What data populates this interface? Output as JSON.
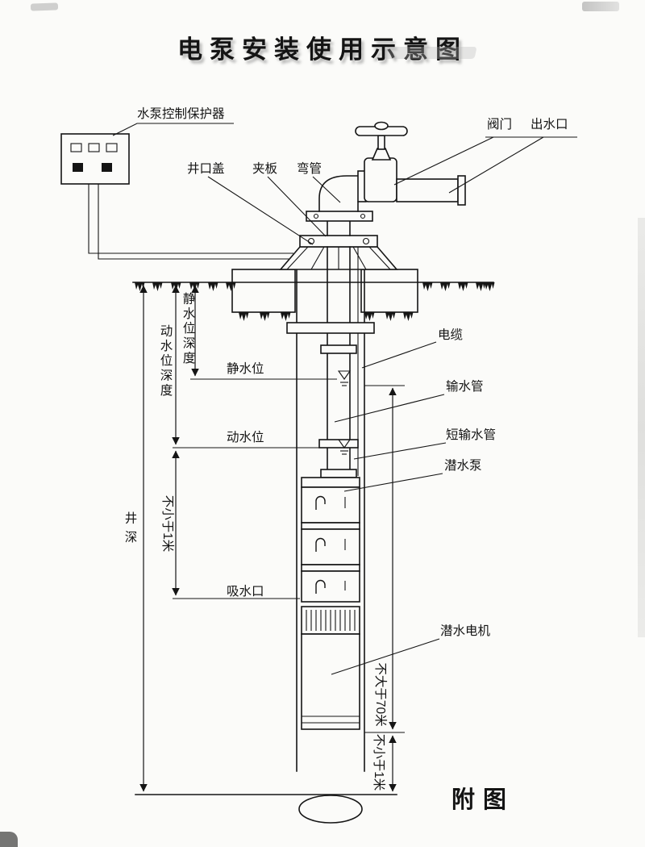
{
  "title": "电泵安装使用示意图",
  "caption": "附图",
  "colors": {
    "ink": "#151515",
    "paper": "#fbfbf9"
  },
  "labels": {
    "controller": "水泵控制保护器",
    "well_cover": "井口盖",
    "clamp_plate": "夹板",
    "elbow_pipe": "弯管",
    "valve": "阀门",
    "water_outlet": "出水口",
    "cable": "电缆",
    "static_water_level": "静水位",
    "delivery_pipe": "输水管",
    "short_delivery_pipe": "短输水管",
    "submersible_pump": "潜水泵",
    "dynamic_water_level": "动水位",
    "suction_inlet": "吸水口",
    "submersible_motor": "潜水电机"
  },
  "dimensions": {
    "well_depth": "井深",
    "dynamic_level_depth": "动水位深度",
    "static_level_depth": "静水位深度",
    "min_1m_left": "不小于1米",
    "max_70m": "不大于70米",
    "min_1m_bottom": "不小于1米"
  }
}
